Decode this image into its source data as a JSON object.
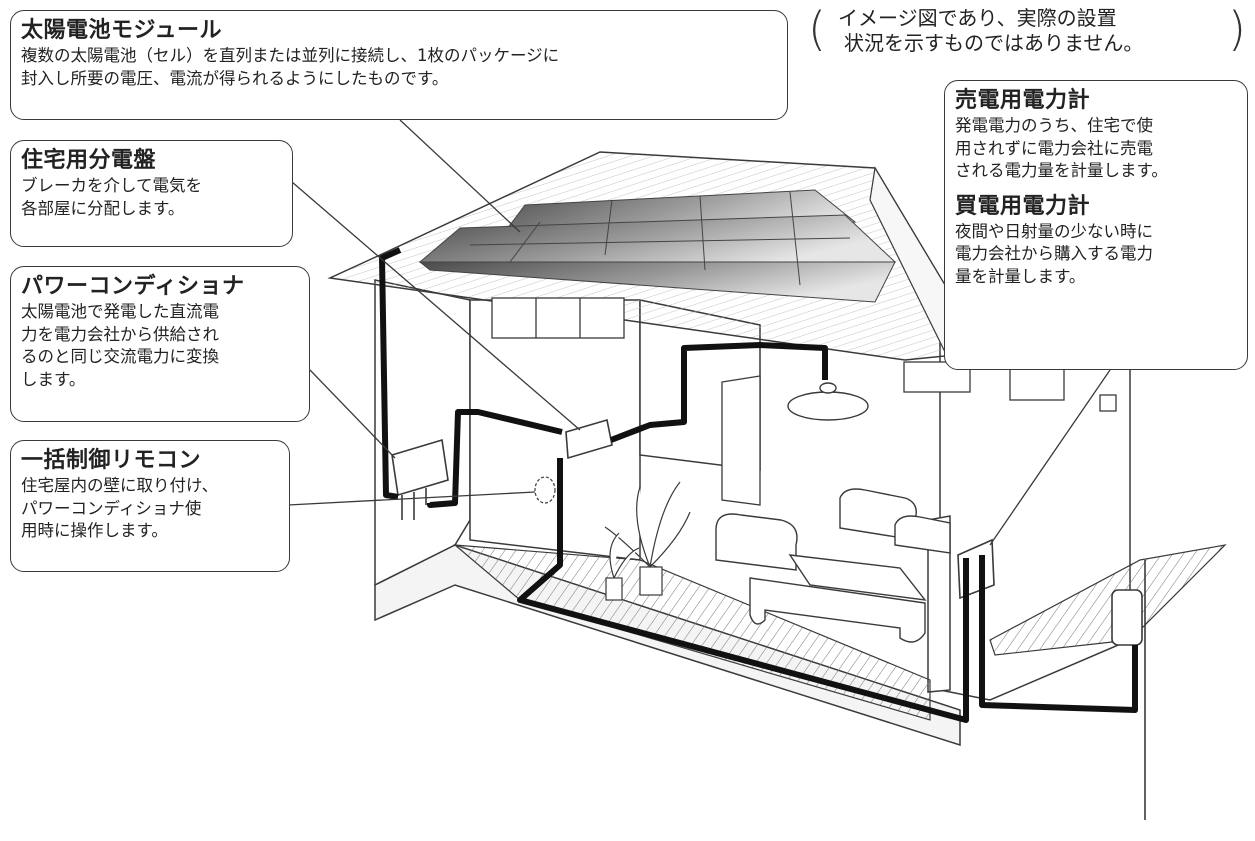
{
  "note": {
    "line1": "イメージ図であり、実際の設置",
    "line2": "状況を示すものではありません。"
  },
  "callouts": [
    {
      "title": "太陽電池モジュール",
      "lines": [
        "複数の太陽電池（セル）を直列または並列に接続し、1枚のパッケージに",
        "封入し所要の電圧、電流が得られるようにしたものです。"
      ]
    },
    {
      "title": "住宅用分電盤",
      "lines": [
        "ブレーカを介して電気を",
        "各部屋に分配します。"
      ]
    },
    {
      "title": "パワーコンディショナ",
      "lines": [
        "太陽電池で発電した直流電",
        "力を電力会社から供給され",
        "るのと同じ交流電力に変換",
        "します。"
      ]
    },
    {
      "title": "一括制御リモコン",
      "lines": [
        "住宅屋内の壁に取り付け、",
        "パワーコンディショナ使",
        "用時に操作します。"
      ]
    },
    {
      "title": "売電用電力計",
      "lines": [
        "発電電力のうち、住宅で使",
        "用されずに電力会社に売電",
        "される電力量を計量します。"
      ]
    },
    {
      "title": "買電用電力計",
      "lines": [
        "夜間や日射量の少ない時に",
        "電力会社から購入する電力",
        "量を計量します。"
      ]
    }
  ],
  "colors": {
    "outline": "#3a3a3a",
    "wire": "#111111",
    "panel_dark": "#5a5a5a",
    "panel_light": "#dcdcdc"
  }
}
